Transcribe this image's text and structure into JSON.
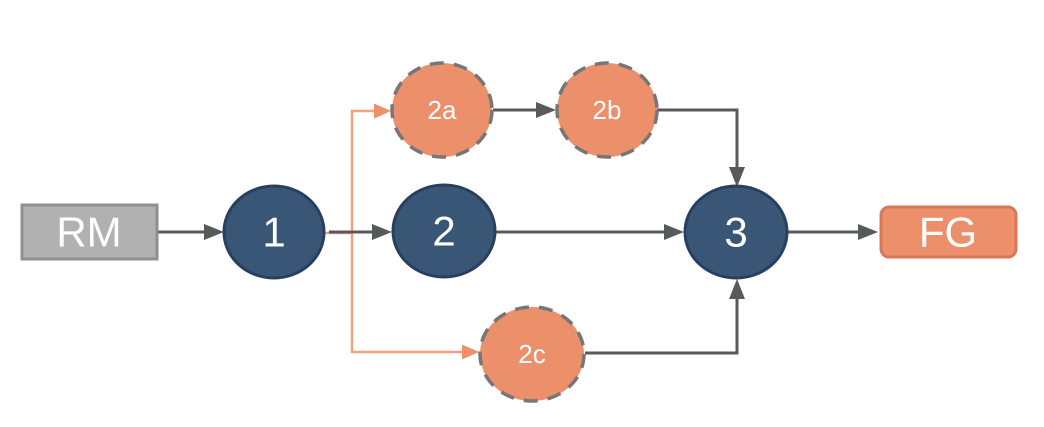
{
  "diagram": {
    "type": "process-flow",
    "nodes": {
      "rm": {
        "label": "RM",
        "shape": "rectangle",
        "style": "gray-solid"
      },
      "step1": {
        "label": "1",
        "shape": "circle",
        "style": "navy-solid"
      },
      "step2": {
        "label": "2",
        "shape": "circle",
        "style": "navy-solid"
      },
      "step2a": {
        "label": "2a",
        "shape": "circle",
        "style": "orange-dashed"
      },
      "step2b": {
        "label": "2b",
        "shape": "circle",
        "style": "orange-dashed"
      },
      "step2c": {
        "label": "2c",
        "shape": "circle",
        "style": "orange-dashed"
      },
      "step3": {
        "label": "3",
        "shape": "circle",
        "style": "navy-solid"
      },
      "fg": {
        "label": "FG",
        "shape": "rounded-rectangle",
        "style": "orange-solid"
      }
    },
    "edges": [
      {
        "from": "RM",
        "to": "1",
        "color": "gray"
      },
      {
        "from": "1",
        "to": "2",
        "color": "gray"
      },
      {
        "from": "1",
        "to": "2a",
        "color": "orange"
      },
      {
        "from": "1",
        "to": "2c",
        "color": "orange"
      },
      {
        "from": "2a",
        "to": "2b",
        "color": "gray"
      },
      {
        "from": "2b",
        "to": "3",
        "color": "gray"
      },
      {
        "from": "2",
        "to": "3",
        "color": "gray"
      },
      {
        "from": "2c",
        "to": "3",
        "color": "gray"
      },
      {
        "from": "3",
        "to": "FG",
        "color": "gray"
      }
    ],
    "colors": {
      "background": "#ffffff",
      "node_navy_fill": "#395677",
      "node_navy_border": "#28405f",
      "node_orange_fill": "#ec8f6b",
      "node_orange_border": "#d97757",
      "node_gray_fill": "#b1b1b1",
      "node_gray_border": "#8f8f8f",
      "dashed_border": "#767676",
      "edge_gray": "#58595a",
      "edge_orange_line": "#f2a27e",
      "edge_orange_arrow": "#ee8f66",
      "label_text": "#ffffff"
    }
  }
}
